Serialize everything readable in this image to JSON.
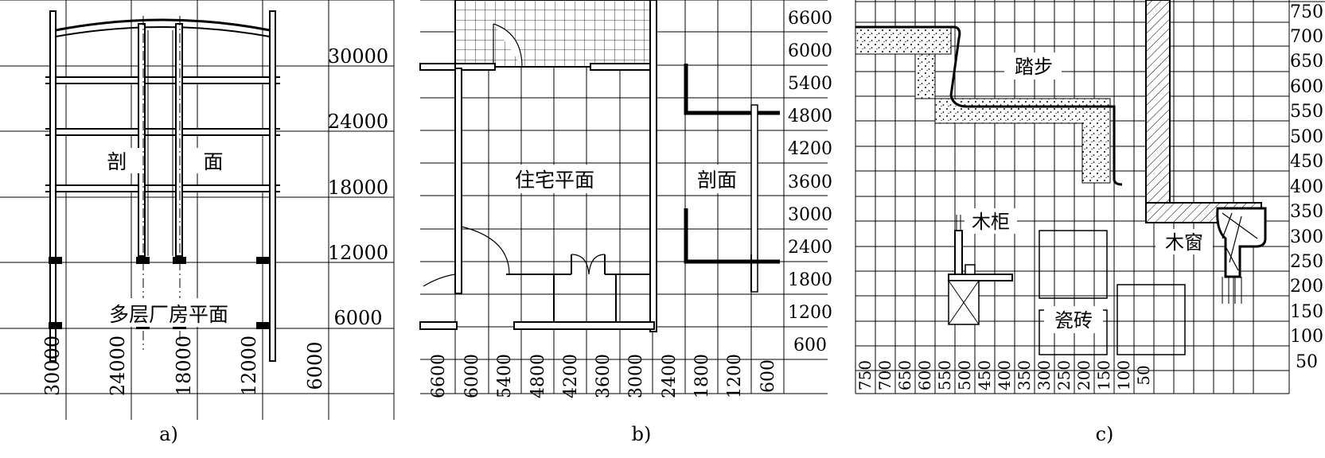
{
  "panel_a": {
    "caption": "a)",
    "right_scale": [
      "30000",
      "24000",
      "18000",
      "12000",
      "6000"
    ],
    "bottom_scale": [
      "30000",
      "24000",
      "18000",
      "12000",
      "6000"
    ],
    "label_section_left": "剖",
    "label_section_right": "面",
    "label_plan": "多层厂房平面"
  },
  "panel_b": {
    "caption": "b)",
    "right_scale": [
      "6600",
      "6000",
      "5400",
      "4800",
      "4200",
      "3600",
      "3000",
      "2400",
      "1800",
      "1200",
      "600"
    ],
    "bottom_scale": [
      "6600",
      "6000",
      "5400",
      "4800",
      "4200",
      "3600",
      "3000",
      "2400",
      "1800",
      "1200",
      "600"
    ],
    "label_plan": "住宅平面",
    "label_section": "剖面"
  },
  "panel_c": {
    "caption": "c)",
    "right_scale": [
      "750",
      "700",
      "650",
      "600",
      "550",
      "500",
      "450",
      "400",
      "350",
      "300",
      "250",
      "200",
      "150",
      "100",
      "50"
    ],
    "bottom_scale": [
      "750",
      "700",
      "650",
      "600",
      "550",
      "500",
      "450",
      "400",
      "350",
      "300",
      "250",
      "200",
      "150",
      "100",
      "50"
    ],
    "label_step": "踏步",
    "label_cabinet": "木柜",
    "label_window": "木窗",
    "label_tile": "瓷砖"
  }
}
